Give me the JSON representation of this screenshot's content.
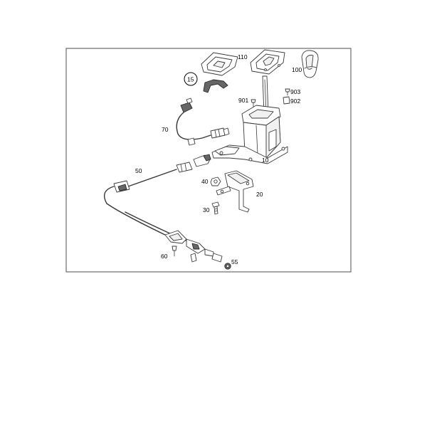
{
  "labels": {
    "l110": "110",
    "l100": "100",
    "l15": "15",
    "l901": "901",
    "l903": "903",
    "l902": "902",
    "l70": "70",
    "l10": "10",
    "l50": "50",
    "l40": "40",
    "l20": "20",
    "l30": "30",
    "l60": "60",
    "l55": "55"
  }
}
